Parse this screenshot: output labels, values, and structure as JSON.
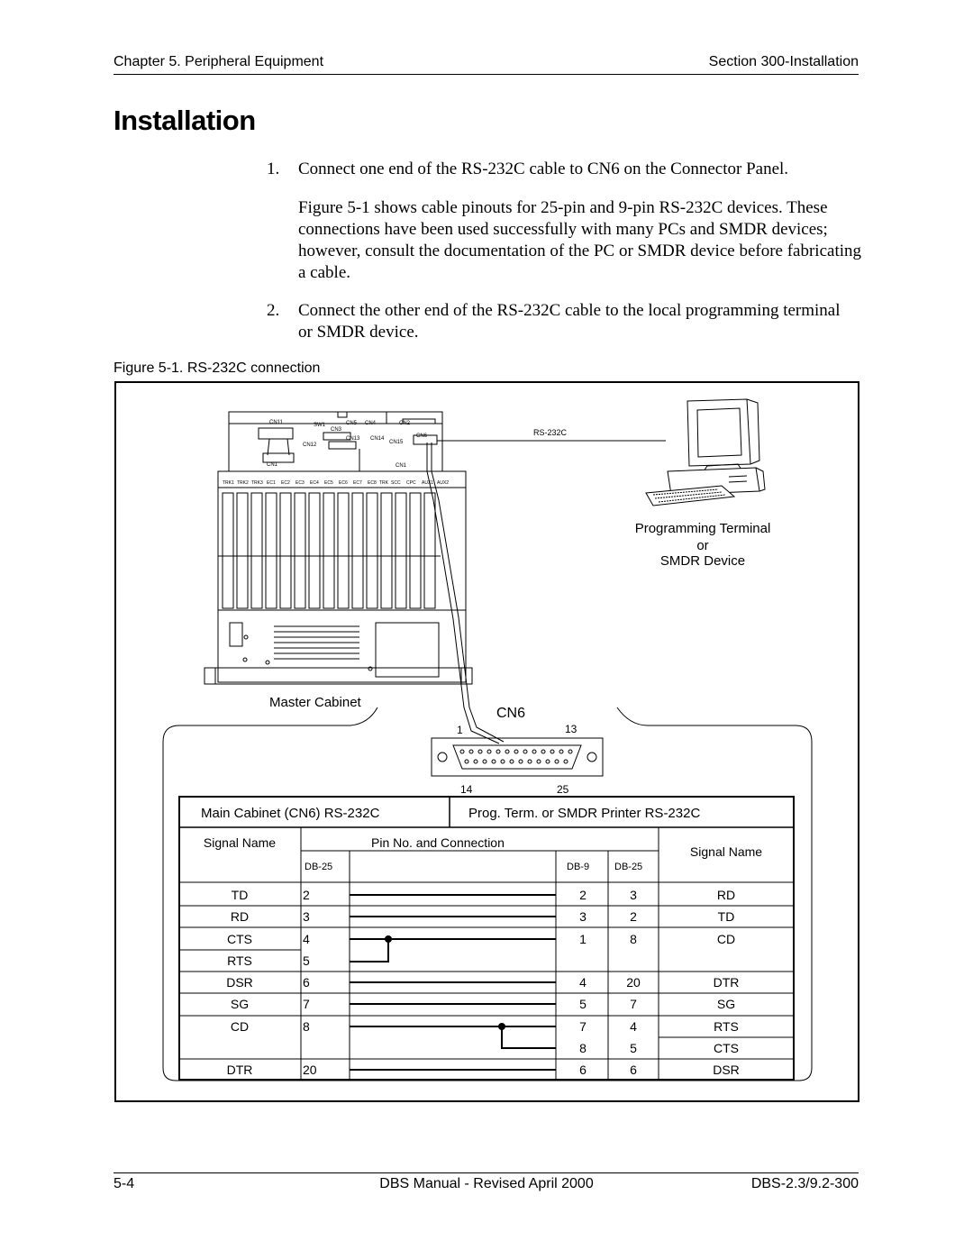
{
  "header": {
    "chapter": "Chapter 5. Peripheral Equipment",
    "section": "Section 300-Installation"
  },
  "title": "Installation",
  "steps": [
    {
      "num": "1.",
      "text": "Connect one end of the RS-232C cable to CN6 on the Connector Panel."
    },
    {
      "num": "",
      "text": "Figure 5-1 shows cable pinouts for 25-pin and 9-pin RS-232C devices. These connections have been used successfully with many PCs and SMDR devices; however, consult the documentation of the PC or SMDR device before fabricating a cable."
    },
    {
      "num": "2.",
      "text": "Connect the other end of the RS-232C cable to the local programming terminal or SMDR device."
    }
  ],
  "figure": {
    "caption": "Figure 5-1.  RS-232C connection",
    "cabinet": {
      "label": "Master Cabinet",
      "connectors": [
        "CN11",
        "SW1",
        "CN3",
        "CN5",
        "CN4",
        "CN2",
        "CN13",
        "CN14",
        "CN15",
        "CN12",
        "CN6",
        "CN1",
        "CN1"
      ],
      "slots": [
        "TRK1",
        "TRK2",
        "TRK3",
        "EC1",
        "EC2",
        "EC3",
        "EC4",
        "EC5",
        "EC6",
        "EC7",
        "EC8",
        "TRK",
        "SCC",
        "CPC",
        "AUX1",
        "AUX2"
      ]
    },
    "cable_label": "RS-232C",
    "terminal_label": [
      "Programming Terminal",
      "or",
      "SMDR Device"
    ],
    "cn6": {
      "label": "CN6",
      "pin_top_left": "1",
      "pin_top_right": "13",
      "pin_bottom_left": "14",
      "pin_bottom_right": "25"
    },
    "table": {
      "left_header": "Main Cabinet (CN6) RS-232C",
      "right_header": "Prog. Term. or SMDR Printer RS-232C",
      "signal_name_left": "Signal Name",
      "pin_header": "Pin No. and Connection",
      "db25_left": "DB-25",
      "db9": "DB-9",
      "db25_right": "DB-25",
      "signal_name_right": "Signal Name",
      "rows": [
        {
          "left_sig": "TD",
          "left_pin": "2",
          "db9": "2",
          "db25": "3",
          "right_sig": "RD"
        },
        {
          "left_sig": "RD",
          "left_pin": "3",
          "db9": "3",
          "db25": "2",
          "right_sig": "TD"
        },
        {
          "left_sig": "CTS",
          "left_pin": "4",
          "db9": "1",
          "db25": "8",
          "right_sig": "CD"
        },
        {
          "left_sig": "RTS",
          "left_pin": "5",
          "db9": "",
          "db25": "",
          "right_sig": ""
        },
        {
          "left_sig": "DSR",
          "left_pin": "6",
          "db9": "4",
          "db25": "20",
          "right_sig": "DTR"
        },
        {
          "left_sig": "SG",
          "left_pin": "7",
          "db9": "5",
          "db25": "7",
          "right_sig": "SG"
        },
        {
          "left_sig": "CD",
          "left_pin": "8",
          "db9": "7",
          "db25": "4",
          "right_sig": "RTS"
        },
        {
          "left_sig": "",
          "left_pin": "",
          "db9": "8",
          "db25": "5",
          "right_sig": "CTS"
        },
        {
          "left_sig": "DTR",
          "left_pin": "20",
          "db9": "6",
          "db25": "6",
          "right_sig": "DSR"
        }
      ]
    }
  },
  "footer": {
    "page": "5-4",
    "manual": "DBS Manual - Revised April 2000",
    "doc": "DBS-2.3/9.2-300"
  }
}
